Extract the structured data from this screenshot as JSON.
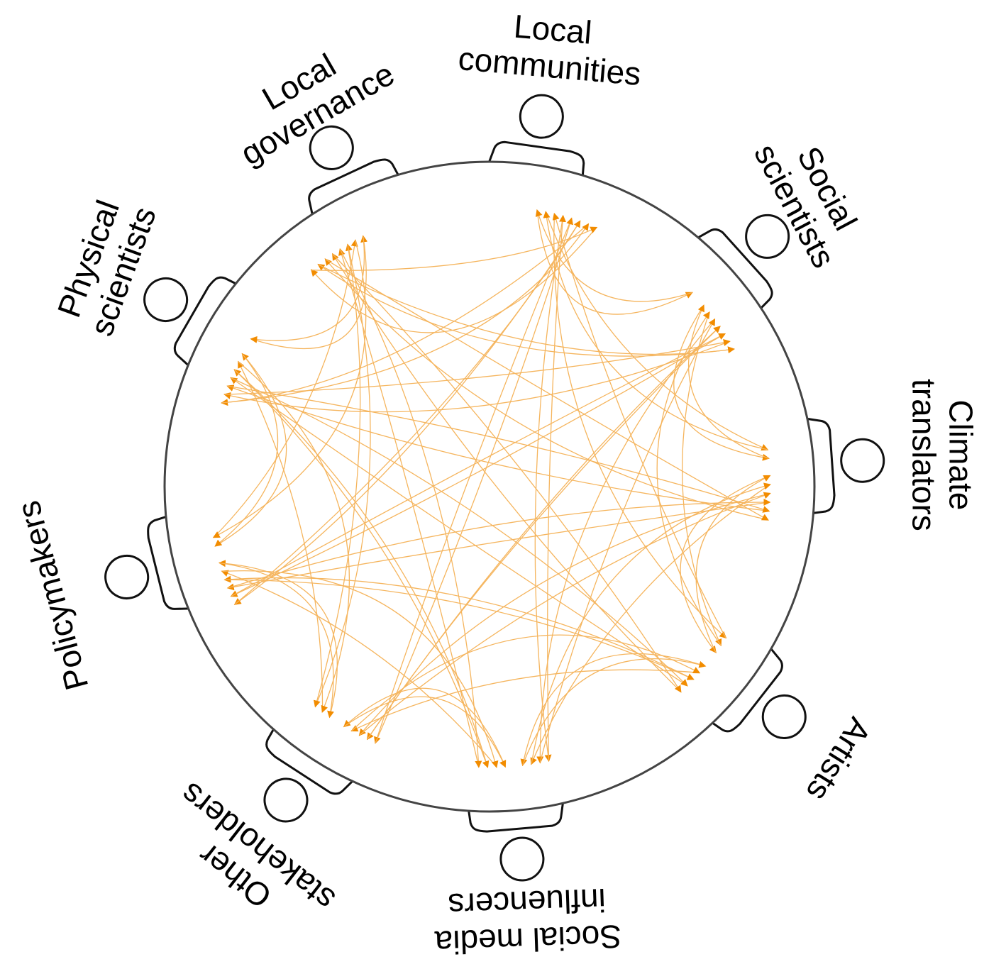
{
  "diagram": {
    "stakeholders": [
      {
        "id": "local-communities",
        "lines": [
          "Local",
          "communities"
        ]
      },
      {
        "id": "social-scientists",
        "lines": [
          "Social",
          "scientists"
        ]
      },
      {
        "id": "climate-translators",
        "lines": [
          "Climate",
          "translators"
        ]
      },
      {
        "id": "artists",
        "lines": [
          "Artists"
        ]
      },
      {
        "id": "social-media",
        "lines": [
          "Social media",
          "influencers"
        ]
      },
      {
        "id": "other-stakeholders",
        "lines": [
          "Other",
          "stakeholders"
        ]
      },
      {
        "id": "policymakers",
        "lines": [
          "Policymakers"
        ]
      },
      {
        "id": "physical-scientists",
        "lines": [
          "Physical",
          "scientists"
        ]
      },
      {
        "id": "local-governance",
        "lines": [
          "Local",
          "governance"
        ]
      }
    ],
    "connections": "all-to-all",
    "colors": {
      "link": "#f5b55e",
      "arrowhead": "#f28c00",
      "table_outline": "#444444",
      "seat": "#111111"
    }
  }
}
